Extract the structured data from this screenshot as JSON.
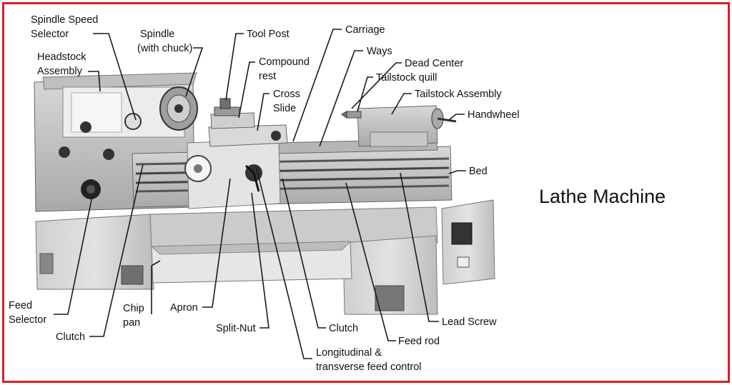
{
  "title": "Lathe Machine",
  "frame_color": "#d51f26",
  "labels": {
    "spindle_speed_selector": [
      "Spindle Speed",
      "Selector"
    ],
    "headstock_assembly": [
      "Headstock",
      "Assembly"
    ],
    "spindle": [
      "Spindle",
      "(with chuck)"
    ],
    "tool_post": [
      "Tool Post"
    ],
    "compound_rest": [
      "Compound",
      "rest"
    ],
    "cross_slide": [
      "Cross",
      "Slide"
    ],
    "carriage": [
      "Carriage"
    ],
    "ways": [
      "Ways"
    ],
    "dead_center": [
      "Dead Center"
    ],
    "tailstock_quill": [
      "Tailstock quill"
    ],
    "tailstock_assembly": [
      "Tailstock Assembly"
    ],
    "handwheel": [
      "Handwheel"
    ],
    "bed": [
      "Bed"
    ],
    "feed_selector": [
      "Feed",
      "Selector"
    ],
    "clutch_left": [
      "Clutch"
    ],
    "chip_pan": [
      "Chip",
      "pan"
    ],
    "apron": [
      "Apron"
    ],
    "split_nut": [
      "Split-Nut"
    ],
    "clutch_right": [
      "Clutch"
    ],
    "longitudinal_feed_control": [
      "Longitudinal &",
      "transverse feed control"
    ],
    "feed_rod": [
      "Feed rod"
    ],
    "lead_screw": [
      "Lead Screw"
    ]
  }
}
